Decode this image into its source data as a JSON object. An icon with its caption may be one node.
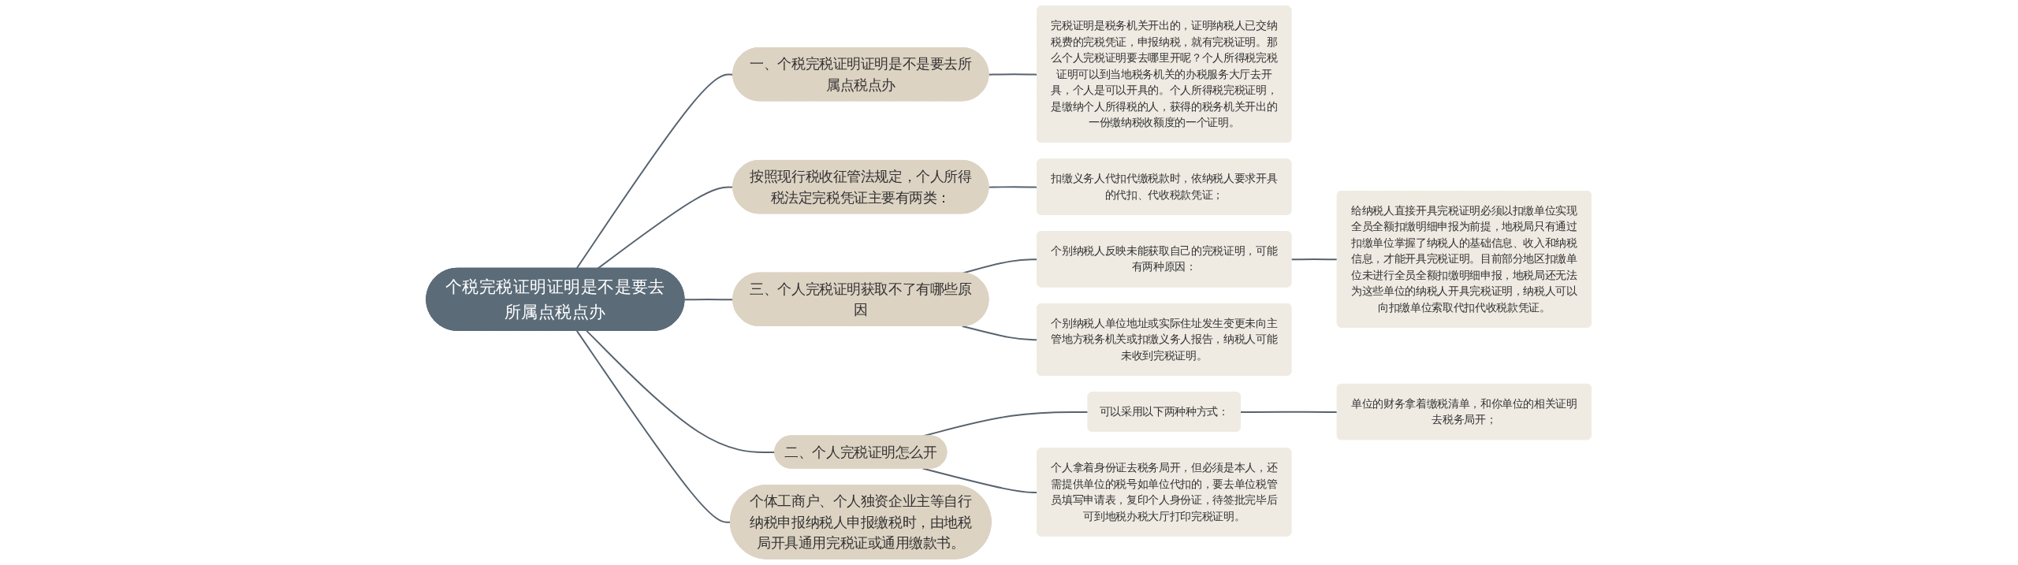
{
  "diagram": {
    "nodes": [
      {
        "text": [
          "个税完税证明证明是不是要去所属点税点办"
        ]
      },
      {
        "text": [
          "一、个税完税证明证明是不是要去所属点税点办"
        ]
      },
      {
        "text": [
          "完税证明是税务机关开出的，证明纳税人已交纳税费的完税凭证，申报纳税，就有完税证明。那么个人完税证明要去哪里开呢？个人所得税完税证明可以到当地税务机关的办税服务大厅去开具，个人是可以开具的。个人所得税完税证明，是缴纳个人所得税的人，获得的税务机关开出的一份缴纳税收额度的一个证明。"
        ]
      },
      {
        "text": [
          "按照现行税收征管法规定，个人所得税法定完税凭证主要有两类："
        ]
      },
      {
        "text": [
          "扣缴义务人代扣代缴税款时，依纳税人要求开具的代扣、代收税款凭证；"
        ]
      },
      {
        "text": [
          "三、个人完税证明获取不了有哪些原因"
        ]
      },
      {
        "text": [
          "个别纳税人反映未能获取自己的完税证明，可能有两种原因："
        ]
      },
      {
        "text": [
          "给纳税人直接开具完税证明必须以扣缴单位实现全员全额扣缴明细申报为前提，地税局只有通过扣缴单位掌握了纳税人的基础信息、收入和纳税信息，才能开具完税证明。目前部分地区扣缴单位未进行全员全额扣缴明细申报，地税局还无法为这些单位的纳税人开具完税证明，纳税人可以向扣缴单位索取代扣代收税款凭证。"
        ]
      },
      {
        "text": [
          "个别纳税人单位地址或实际住址发生变更未向主管地方税务机关或扣缴义务人报告，纳税人可能未收到完税证明。"
        ]
      },
      {
        "text": [
          "二、个人完税证明怎么开"
        ]
      },
      {
        "text": [
          "可以采用以下两种种方式："
        ]
      },
      {
        "text": [
          "单位的财务拿着缴税清单，和你单位的相关证明去税务局开；"
        ]
      },
      {
        "text": [
          "个人拿着身份证去税务局开，但必须是本人，还需提供单位的税号如单位代扣的，要去单位税管员填写申请表，复印个人身份证，待签批完毕后可到地税办税大厅打印完税证明。"
        ]
      },
      {
        "text": [
          "个体工商户、个人独资企业主等自行纳税申报纳税人申报缴税时，由地税局开具通用完税证或通用缴款书。"
        ]
      }
    ],
    "edges": [
      {
        "from": 0,
        "to": 1,
        "arrow": "none"
      },
      {
        "from": 1,
        "to": 2,
        "arrow": "none"
      },
      {
        "from": 0,
        "to": 3,
        "arrow": "none"
      },
      {
        "from": 3,
        "to": 4,
        "arrow": "none"
      },
      {
        "from": 0,
        "to": 5,
        "arrow": "none"
      },
      {
        "from": 5,
        "to": 6,
        "arrow": "none"
      },
      {
        "from": 6,
        "to": 7,
        "arrow": "none"
      },
      {
        "from": 5,
        "to": 8,
        "arrow": "none"
      },
      {
        "from": 0,
        "to": 9,
        "arrow": "none"
      },
      {
        "from": 9,
        "to": 10,
        "arrow": "none"
      },
      {
        "from": 10,
        "to": 11,
        "arrow": "none"
      },
      {
        "from": 9,
        "to": 12,
        "arrow": "none"
      },
      {
        "from": 0,
        "to": 13,
        "arrow": "none"
      }
    ]
  }
}
